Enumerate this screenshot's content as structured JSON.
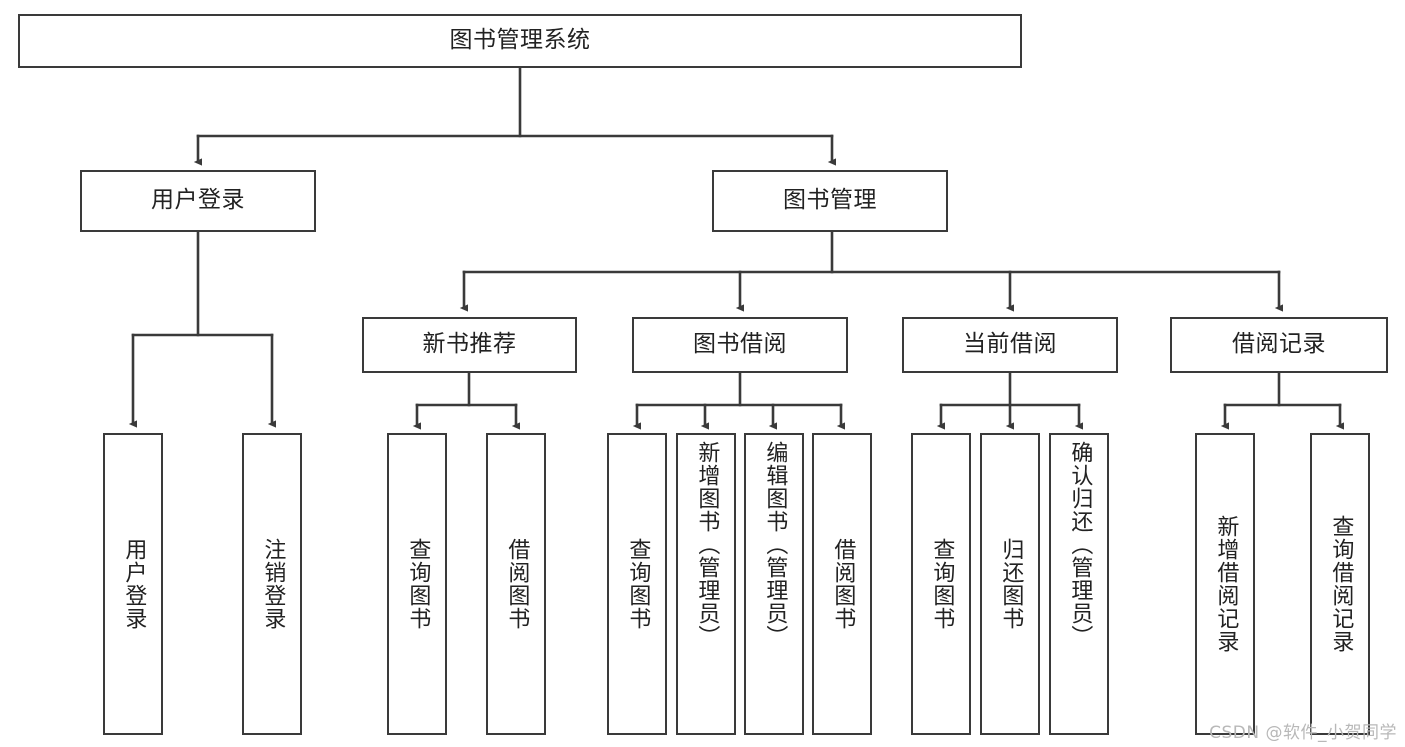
{
  "diagram": {
    "title": "图书管理系统",
    "type": "tree-hierarchy-chart",
    "watermark": "CSDN @软件_小贺同学",
    "colors": {
      "box_border": "#3a3a3a",
      "box_fill": "#ffffff",
      "connector": "#3a3a3a",
      "text": "#222222",
      "watermark": "#b8b8b8"
    },
    "root": {
      "label": "图书管理系统"
    },
    "level2": [
      {
        "label": "用户登录"
      },
      {
        "label": "图书管理"
      }
    ],
    "level3": [
      {
        "label": "新书推荐"
      },
      {
        "label": "图书借阅"
      },
      {
        "label": "当前借阅"
      },
      {
        "label": "借阅记录"
      }
    ],
    "leaves": {
      "user_login": [
        {
          "label": "用户登录"
        },
        {
          "label": "注销登录"
        }
      ],
      "new_book_recommend": [
        {
          "label": "查询图书"
        },
        {
          "label": "借阅图书"
        }
      ],
      "book_borrow": [
        {
          "label": "查询图书"
        },
        {
          "label": "新增图书（管理员）"
        },
        {
          "label": "编辑图书（管理员）"
        },
        {
          "label": "借阅图书"
        }
      ],
      "current_borrow": [
        {
          "label": "查询图书"
        },
        {
          "label": "归还图书"
        },
        {
          "label": "确认归还（管理员）"
        }
      ],
      "borrow_record": [
        {
          "label": "新增借阅记录"
        },
        {
          "label": "查询借阅记录"
        }
      ]
    }
  }
}
